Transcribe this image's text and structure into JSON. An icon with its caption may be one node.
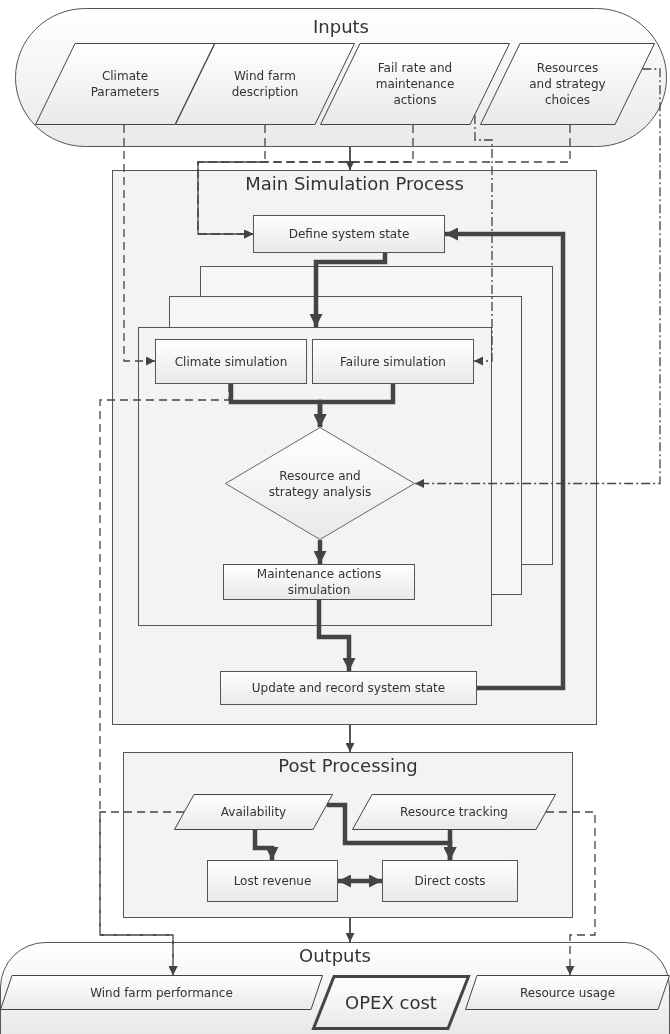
{
  "diagram": {
    "nodes": [
      {
        "text": [
          "Inputs"
        ]
      },
      {
        "text": [
          "Climate Parameters"
        ],
        "in": 0
      },
      {
        "text": [
          "Wind farm description"
        ],
        "in": 0
      },
      {
        "text": [
          "Fail rate and maintenance actions"
        ],
        "in": 0
      },
      {
        "text": [
          "Resources and strategy choices"
        ],
        "in": 0
      },
      {
        "text": [
          "Main Simulation Process"
        ]
      },
      {
        "text": [
          "Define system state"
        ],
        "in": 5
      },
      {
        "text": [],
        "shape": "box",
        "in": 5
      },
      {
        "text": [
          "Climate simulation"
        ],
        "in": 7
      },
      {
        "text": [
          "Failure simulation"
        ],
        "in": 7
      },
      {
        "text": [
          "Resource and strategy analysis"
        ],
        "in": 7
      },
      {
        "text": [
          "Maintenance actions simulation"
        ],
        "in": 7
      },
      {
        "text": [
          "Update and record system state"
        ],
        "in": 5
      },
      {
        "text": [
          "Post Processing"
        ]
      },
      {
        "text": [
          "Availability"
        ],
        "in": 13
      },
      {
        "text": [
          "Resource tracking"
        ],
        "in": 13
      },
      {
        "text": [
          "Lost revenue"
        ],
        "in": 13
      },
      {
        "text": [
          "Direct costs"
        ],
        "in": 13
      },
      {
        "text": [
          "Outputs"
        ]
      },
      {
        "text": [
          "Wind farm performance"
        ],
        "in": 18
      },
      {
        "text": [
          "OPEX cost"
        ],
        "in": 18
      },
      {
        "text": [
          "Resource usage"
        ],
        "in": 18
      }
    ],
    "edges": [
      {
        "from": 0,
        "to": 5,
        "arrow": "to"
      },
      {
        "from": 1,
        "to": 8,
        "arrow": "to",
        "style": "dashed"
      },
      {
        "from": 2,
        "to": 6,
        "arrow": "to",
        "style": "dashed"
      },
      {
        "from": 3,
        "to": 6,
        "arrow": "to",
        "style": "dashed"
      },
      {
        "from": 4,
        "to": 6,
        "arrow": "to",
        "style": "dashed"
      },
      {
        "from": 3,
        "to": 9,
        "arrow": "to",
        "style": "dashed"
      },
      {
        "from": 4,
        "to": 10,
        "arrow": "to",
        "style": "dashed"
      },
      {
        "from": 6,
        "to": 7,
        "arrow": "to",
        "style": "thick"
      },
      {
        "from": 8,
        "to": 10,
        "arrow": "to",
        "style": "thick"
      },
      {
        "from": 9,
        "to": 10,
        "arrow": "to",
        "style": "thick"
      },
      {
        "from": 10,
        "to": 11,
        "arrow": "to",
        "style": "thick"
      },
      {
        "from": 11,
        "to": 12,
        "arrow": "to",
        "style": "thick"
      },
      {
        "from": 12,
        "to": 6,
        "arrow": "to",
        "style": "thick"
      },
      {
        "from": 5,
        "to": 13,
        "arrow": "to"
      },
      {
        "from": 8,
        "to": 19,
        "arrow": "to",
        "style": "dashed"
      },
      {
        "from": 14,
        "to": 19,
        "arrow": "to",
        "style": "dashed"
      },
      {
        "from": 15,
        "to": 21,
        "arrow": "to",
        "style": "dashed"
      },
      {
        "from": 14,
        "to": 16,
        "arrow": "to",
        "style": "thick"
      },
      {
        "from": 14,
        "to": 17,
        "arrow": "to",
        "style": "thick"
      },
      {
        "from": 15,
        "to": 17,
        "arrow": "to",
        "style": "thick"
      },
      {
        "from": 16,
        "to": 17,
        "arrow": "both",
        "style": "thick"
      },
      {
        "from": 13,
        "to": 18,
        "arrow": "to"
      }
    ]
  }
}
